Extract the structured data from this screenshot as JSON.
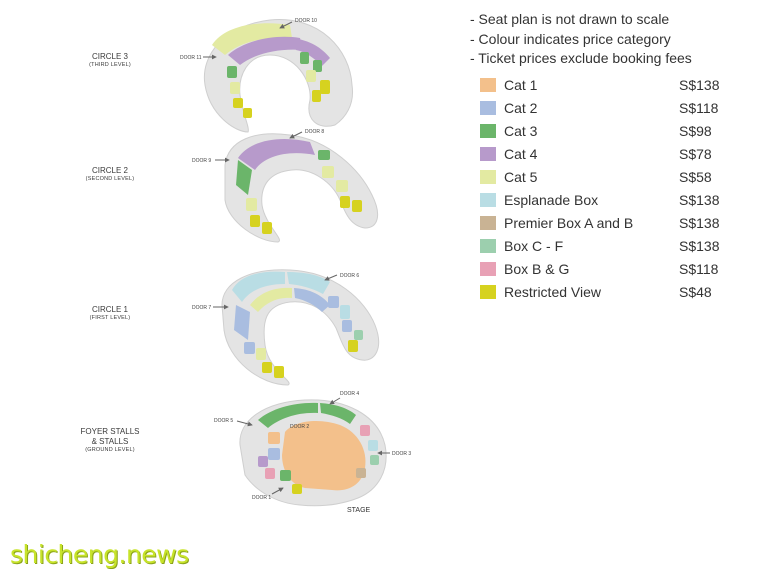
{
  "levels": [
    {
      "name": "CIRCLE 3",
      "sub": "(THIRD LEVEL)"
    },
    {
      "name": "CIRCLE 2",
      "sub": "(SECOND LEVEL)"
    },
    {
      "name": "CIRCLE 1",
      "sub": "(FIRST LEVEL)"
    },
    {
      "name": "FOYER STALLS\n& STALLS",
      "sub": "(GROUND LEVEL)"
    }
  ],
  "doors": {
    "d10": "DOOR 10",
    "d11": "DOOR 11",
    "d8": "DOOR 8",
    "d9": "DOOR 9",
    "d6": "DOOR 6",
    "d7": "DOOR 7",
    "d4": "DOOR 4",
    "d5": "DOOR 5",
    "d2": "DOOR 2",
    "d3": "DOOR 3",
    "d1": "DOOR 1"
  },
  "stage_label": "STAGE",
  "notes": [
    "- Seat plan is not drawn to scale",
    "- Colour indicates price category",
    "- Ticket prices exclude booking fees"
  ],
  "legend": [
    {
      "name": "Cat 1",
      "price": "S$138",
      "color": "#f3c08b"
    },
    {
      "name": "Cat 2",
      "price": "S$118",
      "color": "#a9bde0"
    },
    {
      "name": "Cat 3",
      "price": "S$98",
      "color": "#6bb56a"
    },
    {
      "name": "Cat 4",
      "price": "S$78",
      "color": "#b79acb"
    },
    {
      "name": "Cat 5",
      "price": "S$58",
      "color": "#e3eaa2"
    },
    {
      "name": "Esplanade Box",
      "price": "S$138",
      "color": "#b9dde4"
    },
    {
      "name": "Premier Box A and B",
      "price": "S$138",
      "color": "#c9b394"
    },
    {
      "name": "Box C - F",
      "price": "S$138",
      "color": "#9ccfae"
    },
    {
      "name": "Box B & G",
      "price": "S$118",
      "color": "#e8a1b5"
    },
    {
      "name": "Restricted View",
      "price": "S$48",
      "color": "#d6d21f"
    }
  ],
  "watermark": "shicheng.news"
}
